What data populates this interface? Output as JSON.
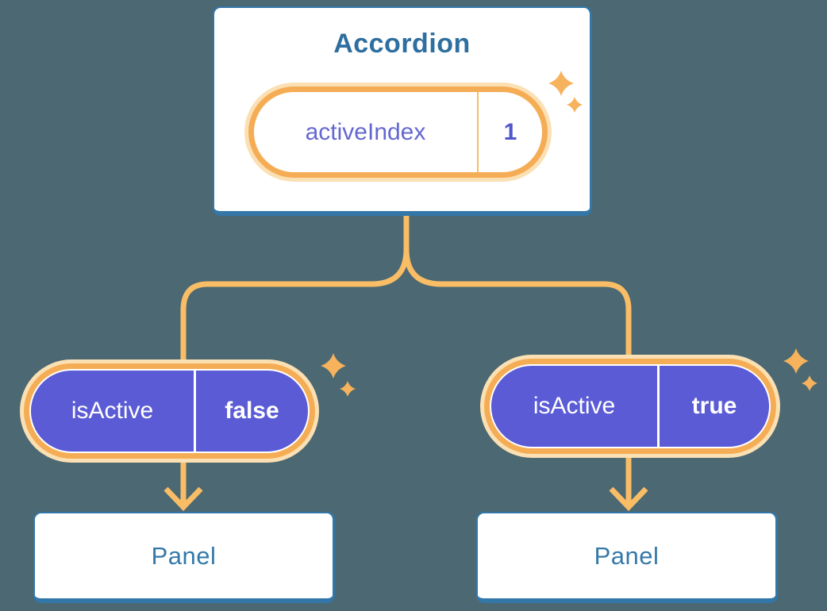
{
  "colors": {
    "bg": "#4C6872",
    "card-border": "#3377A9",
    "title-text": "#2F6F9F",
    "panel-text": "#3579A8",
    "purple": "#5B5BD6",
    "state-name-text": "#6468D0",
    "state-value-text": "#5156CB",
    "orange": "#F5AD55",
    "glow": "#FBE0B4",
    "line": "#F9BD66",
    "sparkle": "#F6B25C",
    "white": "#FFFFFF"
  },
  "accordion": {
    "title": "Accordion",
    "state": {
      "name": "activeIndex",
      "value": "1"
    }
  },
  "children": [
    {
      "prop": {
        "name": "isActive",
        "value": "false"
      },
      "label": "Panel"
    },
    {
      "prop": {
        "name": "isActive",
        "value": "true"
      },
      "label": "Panel"
    }
  ],
  "icons": {
    "sparkle": "four-point-star-sparkle",
    "arrowhead": "chevron-down-arrowhead"
  }
}
